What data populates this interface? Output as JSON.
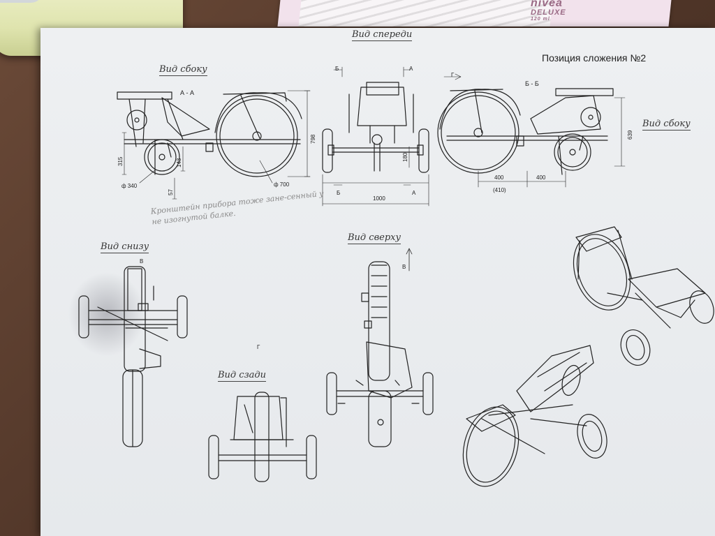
{
  "document": {
    "title": "Позиция сложения №2",
    "views": {
      "side_left": "Вид сбоку",
      "front": "Вид спереди",
      "side_right": "Вид сбоку",
      "bottom": "Вид снизу",
      "top": "Вид сверху",
      "rear": "Вид сзади"
    },
    "section_labels": {
      "aa": "А - А",
      "bb": "Б - Б",
      "a1": "А",
      "a2": "А",
      "b1": "Б",
      "b2": "Б",
      "g1": "Г",
      "g2": "Г",
      "v1": "В",
      "v2": "В"
    },
    "dimensions": {
      "d1": "315",
      "d2": "143",
      "d3": "57",
      "d4": "798",
      "d5": "ф 340",
      "d6": "ф 700",
      "d7": "180",
      "d8": "1000",
      "d9": "639",
      "d10": "400",
      "d11": "400",
      "d12": "(410)"
    },
    "handwritten_note": "Кронштейн прибора тоже зане-сенный у не изогнутой балке."
  },
  "background": {
    "package_brand": "nivea",
    "package_line": "DELUXE",
    "package_sub": "120 ml"
  },
  "colors": {
    "ink": "#333333",
    "paper": "#eceef0",
    "table": "#5a3e2e"
  }
}
